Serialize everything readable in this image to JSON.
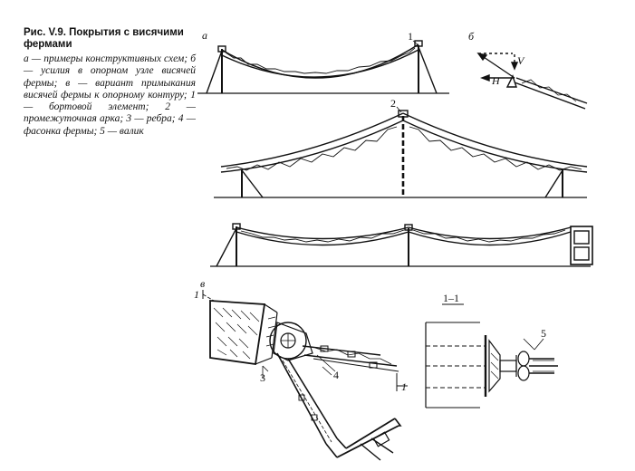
{
  "caption": {
    "title": "Рис. V.9. Покрытия с висячими фермами",
    "text": "а — примеры конструктивных схем; б — усилия в опорном узле висячей фермы; в — вариант примыкания висячей фермы к опорному контуру; 1 — бортовой элемент; 2 — промежуточная арка; 3 — ребра; 4 — фасонка фермы; 5 — валик"
  },
  "labels": {
    "panel_a": "а",
    "panel_b": "б",
    "panel_c": "в",
    "section": "1–1",
    "n1": "1",
    "n2": "2",
    "n3": "3",
    "n4": "4",
    "n5": "5",
    "force_v": "V",
    "force_h": "H",
    "cut_top": "1",
    "cut_bottom": "1"
  }
}
